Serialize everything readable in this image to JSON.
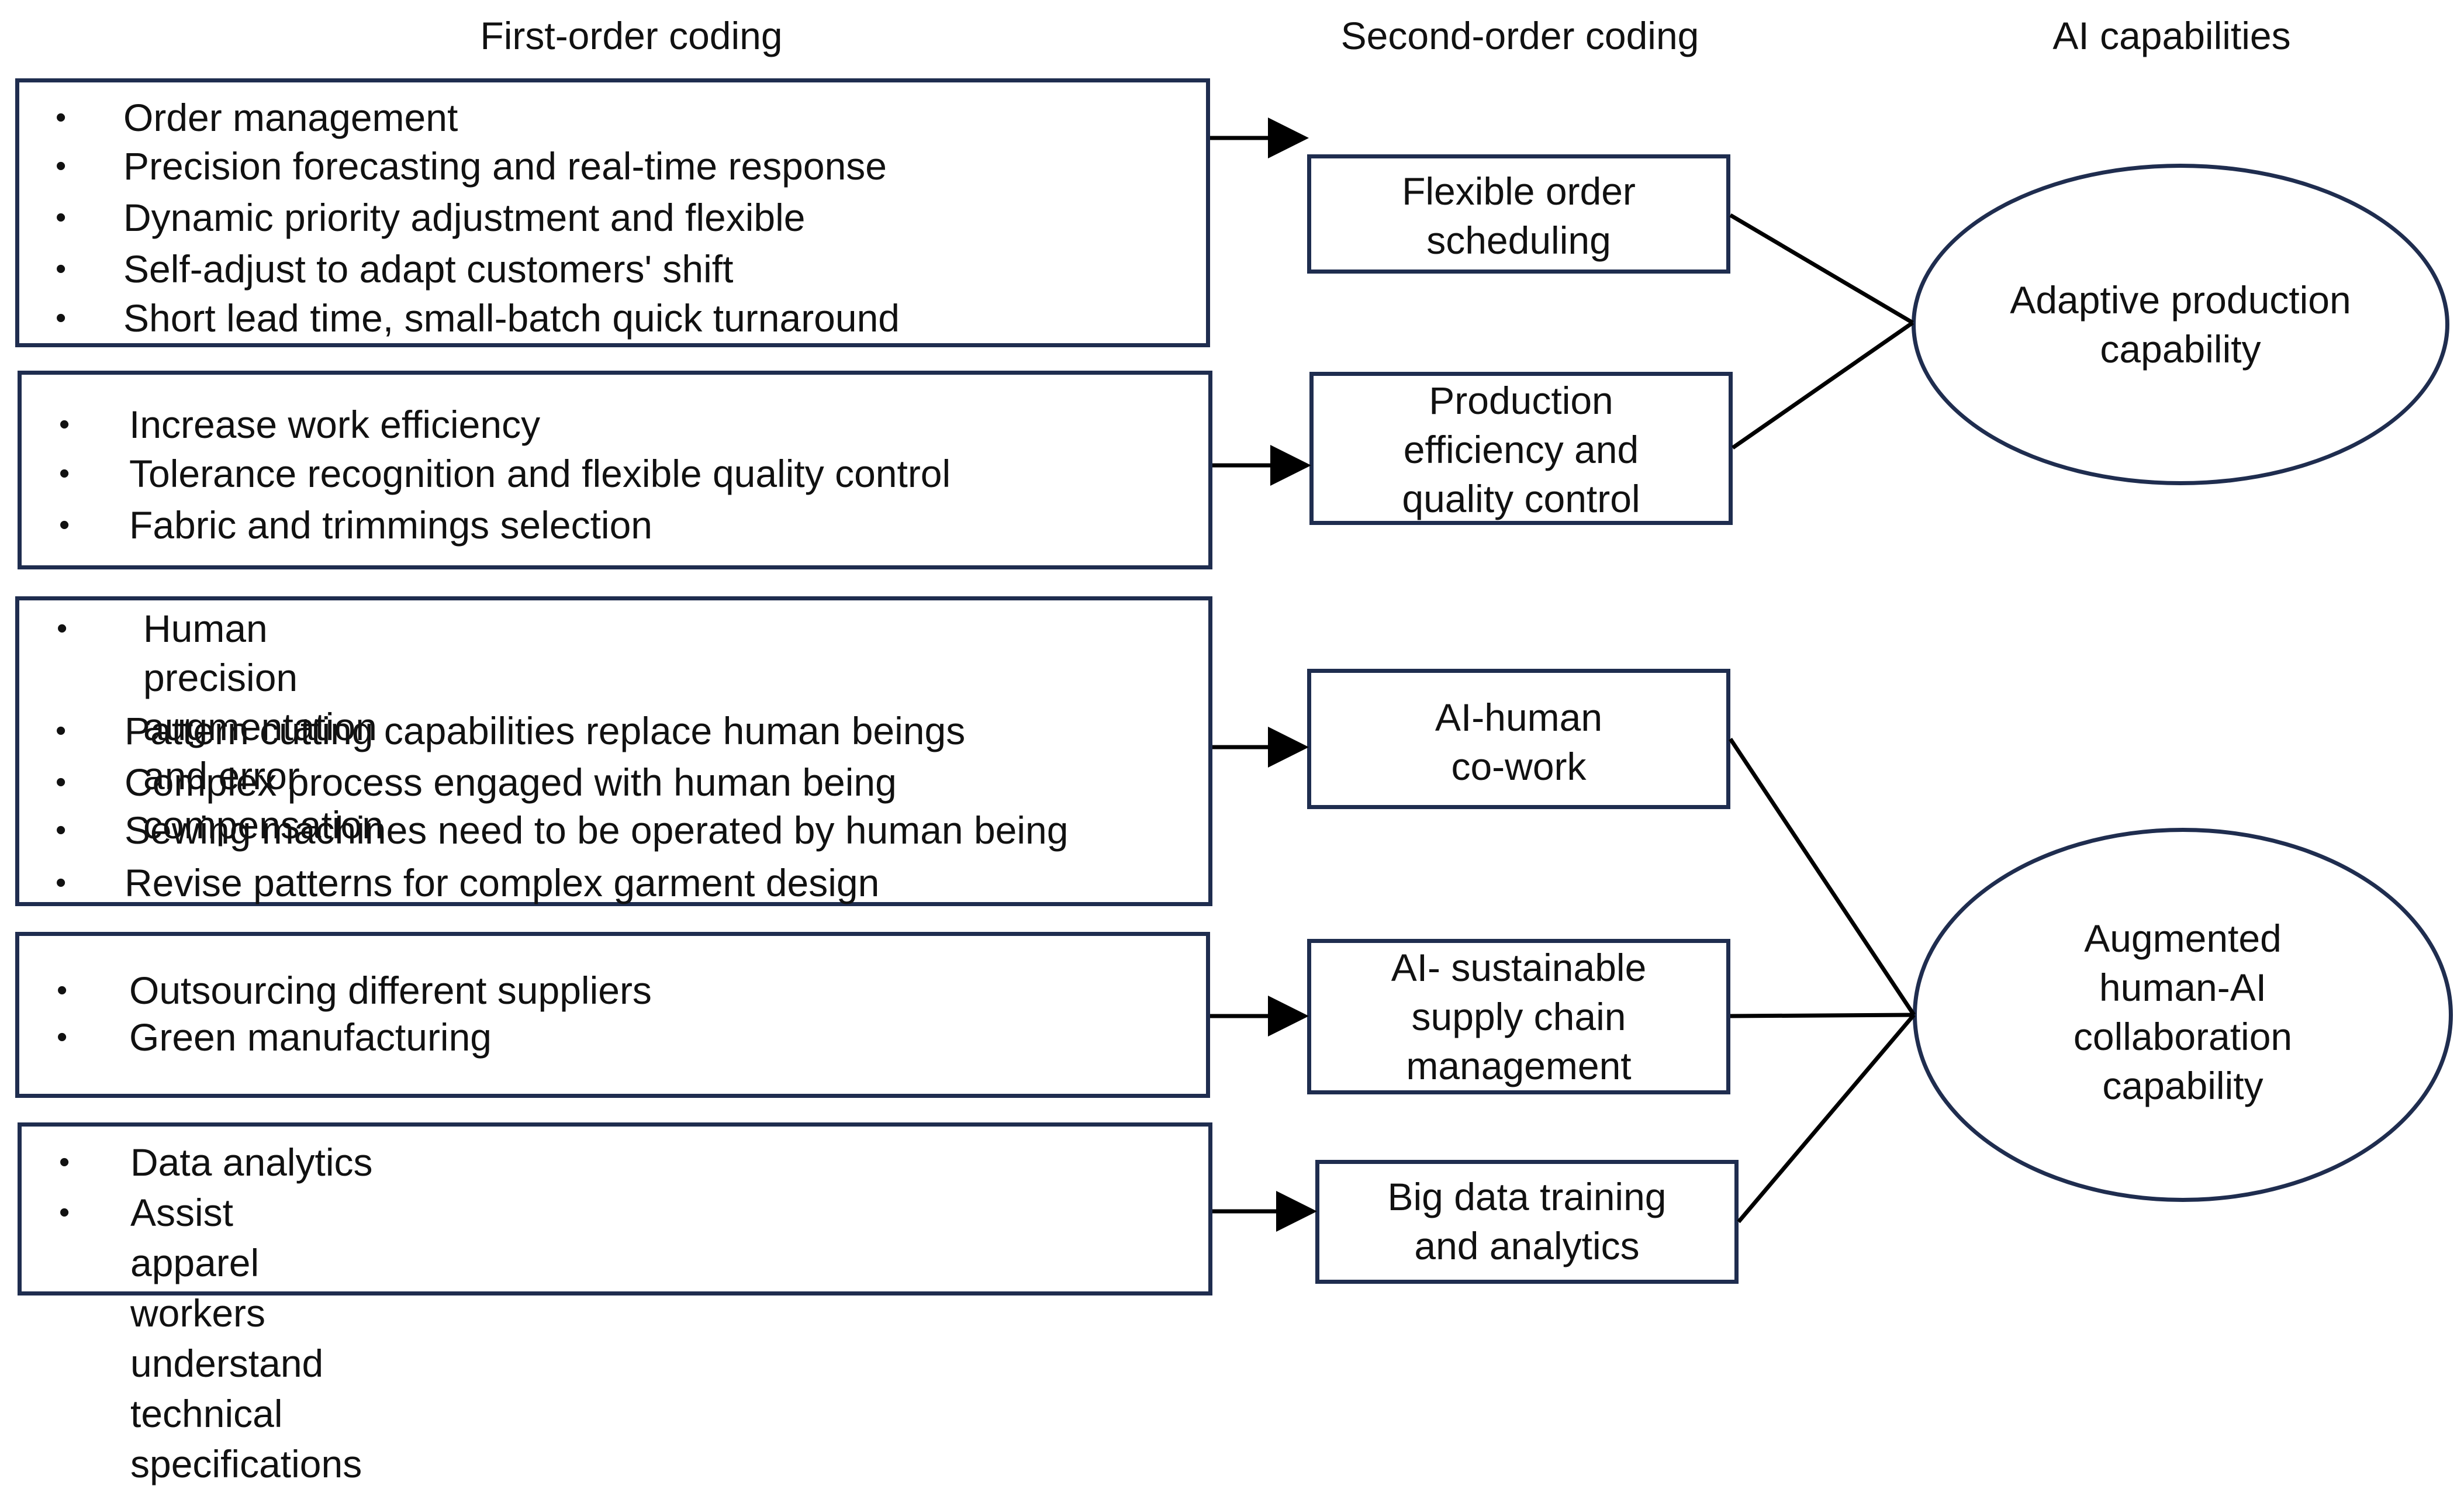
{
  "headers": {
    "first_order": "First-order coding",
    "second_order": "Second-order coding",
    "capabilities": "AI capabilities"
  },
  "first_order_groups": [
    {
      "items": [
        "Order management",
        "Precision forecasting and real-time response",
        "Dynamic priority adjustment and flexible",
        "Self-adjust to adapt customers' shift",
        "Short lead time, small-batch quick turnaround"
      ]
    },
    {
      "items": [
        "Increase work efficiency",
        "Tolerance recognition and flexible quality control",
        "Fabric and trimmings selection"
      ]
    },
    {
      "items": [
        "Human precision augmentation and error\ncompensation",
        "Pattern cutting capabilities replace human beings",
        "Complex process engaged with human being",
        "Sewing machines need to be operated by human being",
        "Revise patterns for complex garment design"
      ]
    },
    {
      "items": [
        "Outsourcing different suppliers",
        "Green manufacturing"
      ]
    },
    {
      "items": [
        "Data analytics",
        "Assist apparel workers understand technical\nspecifications"
      ]
    }
  ],
  "second_order_themes": [
    {
      "label": "Flexible order\nscheduling"
    },
    {
      "label": "Production\nefficiency and\nquality control"
    },
    {
      "label": "AI-human\nco-work"
    },
    {
      "label": "AI- sustainable\nsupply chain\nmanagement"
    },
    {
      "label": "Big data training\nand analytics"
    }
  ],
  "capabilities": [
    {
      "label": "Adaptive production\ncapability"
    },
    {
      "label": "Augmented\nhuman-AI\ncollaboration\ncapability"
    }
  ],
  "bullet_symbol": "•",
  "colors": {
    "box_border": "#1f2d4f",
    "connector": "#000000",
    "text": "#111111"
  }
}
